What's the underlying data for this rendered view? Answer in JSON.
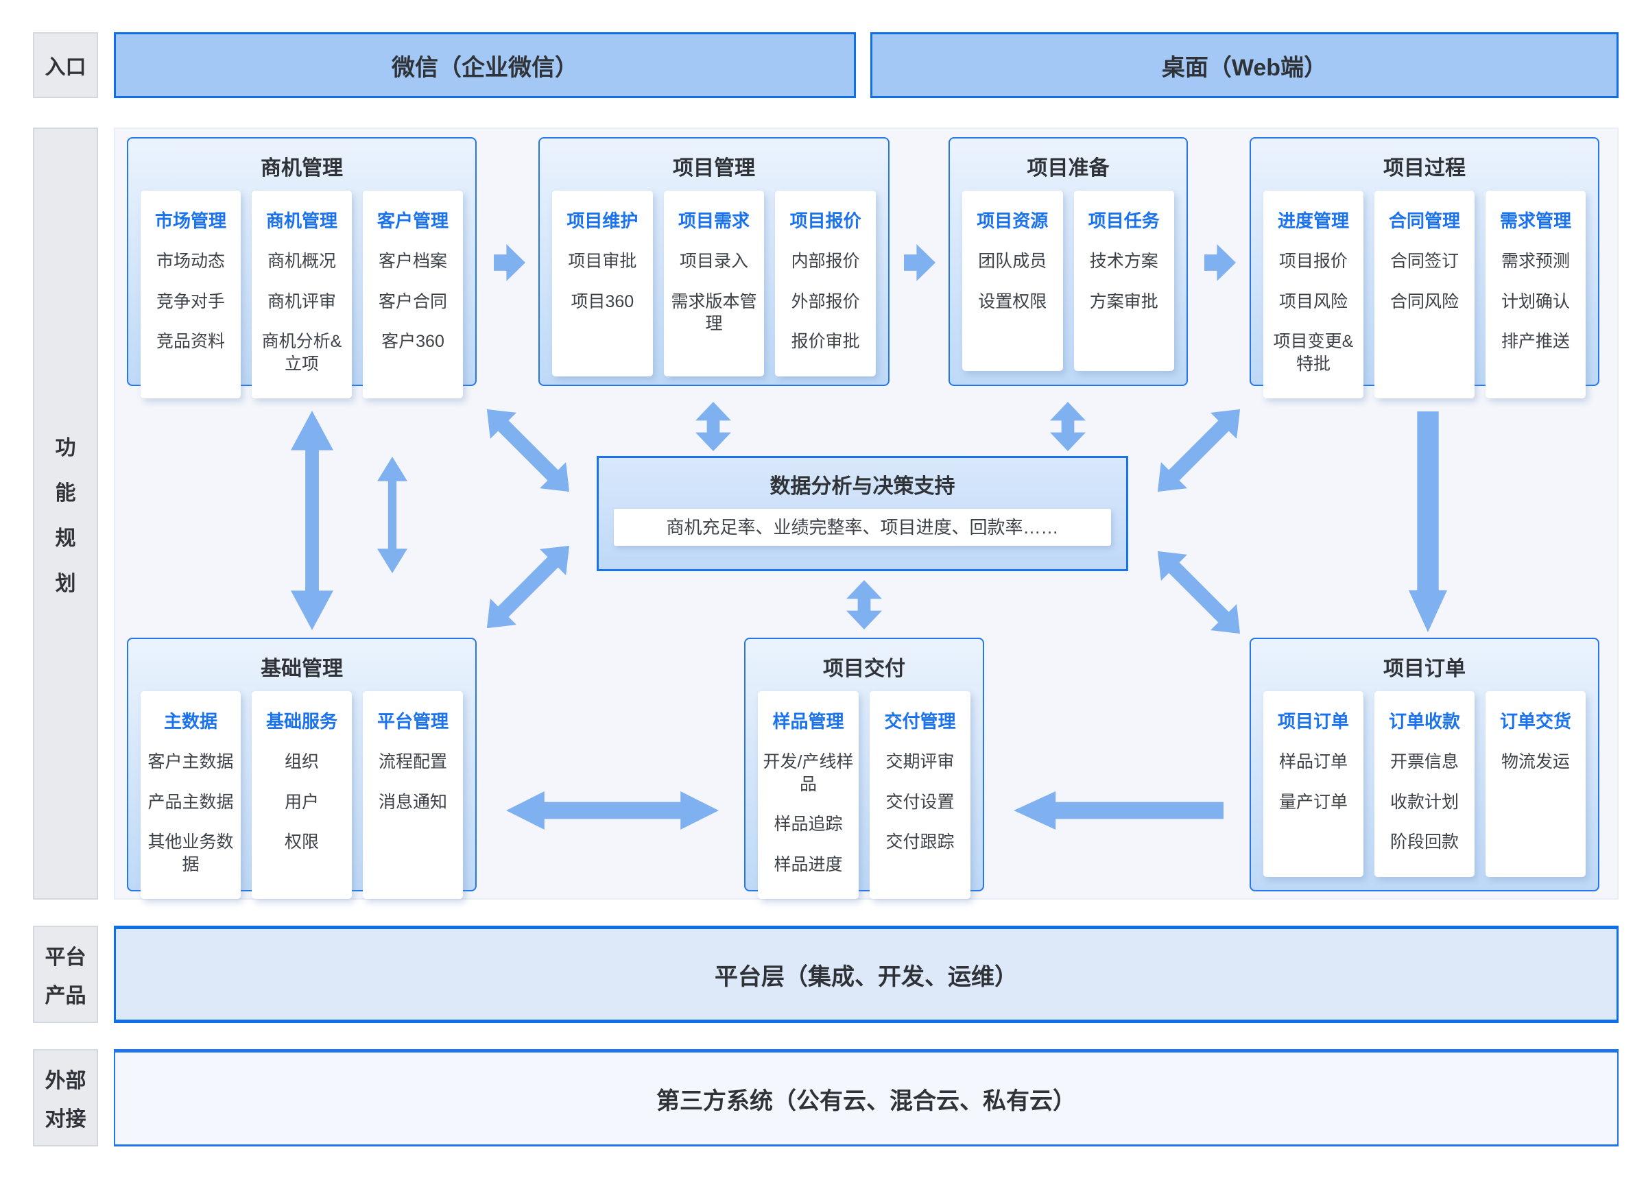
{
  "entry": {
    "label": "入口",
    "channels": [
      "微信（企业微信）",
      "桌面（Web端）"
    ]
  },
  "function_planning": {
    "label_lines": [
      "功",
      "能",
      "规",
      "划"
    ],
    "modules": [
      {
        "title": "商机管理",
        "groups": [
          {
            "header": "市场管理",
            "items": [
              "市场动态",
              "竞争对手",
              "竞品资料"
            ]
          },
          {
            "header": "商机管理",
            "items": [
              "商机概况",
              "商机评审",
              "商机分析&立项"
            ]
          },
          {
            "header": "客户管理",
            "items": [
              "客户档案",
              "客户合同",
              "客户360"
            ]
          }
        ]
      },
      {
        "title": "项目管理",
        "groups": [
          {
            "header": "项目维护",
            "items": [
              "项目审批",
              "项目360"
            ]
          },
          {
            "header": "项目需求",
            "items": [
              "项目录入",
              "需求版本管理"
            ]
          },
          {
            "header": "项目报价",
            "items": [
              "内部报价",
              "外部报价",
              "报价审批"
            ]
          }
        ]
      },
      {
        "title": "项目准备",
        "groups": [
          {
            "header": "项目资源",
            "items": [
              "团队成员",
              "设置权限"
            ]
          },
          {
            "header": "项目任务",
            "items": [
              "技术方案",
              "方案审批"
            ]
          }
        ]
      },
      {
        "title": "项目过程",
        "groups": [
          {
            "header": "进度管理",
            "items": [
              "项目报价",
              "项目风险",
              "项目变更&特批"
            ]
          },
          {
            "header": "合同管理",
            "items": [
              "合同签订",
              "合同风险"
            ]
          },
          {
            "header": "需求管理",
            "items": [
              "需求预测",
              "计划确认",
              "排产推送"
            ]
          }
        ]
      },
      {
        "title": "基础管理",
        "groups": [
          {
            "header": "主数据",
            "items": [
              "客户主数据",
              "产品主数据",
              "其他业务数据"
            ]
          },
          {
            "header": "基础服务",
            "items": [
              "组织",
              "用户",
              "权限"
            ]
          },
          {
            "header": "平台管理",
            "items": [
              "流程配置",
              "消息通知"
            ]
          }
        ]
      },
      {
        "title": "项目交付",
        "groups": [
          {
            "header": "样品管理",
            "items": [
              "开发/产线样品",
              "样品追踪",
              "样品进度"
            ]
          },
          {
            "header": "交付管理",
            "items": [
              "交期评审",
              "交付设置",
              "交付跟踪"
            ]
          }
        ]
      },
      {
        "title": "项目订单",
        "groups": [
          {
            "header": "项目订单",
            "items": [
              "样品订单",
              "量产订单"
            ]
          },
          {
            "header": "订单收款",
            "items": [
              "开票信息",
              "收款计划",
              "阶段回款"
            ]
          },
          {
            "header": "订单交货",
            "items": [
              "物流发运"
            ]
          }
        ]
      }
    ],
    "analysis": {
      "title": "数据分析与决策支持",
      "metrics": "商机充足率、业绩完整率、项目进度、回款率……"
    }
  },
  "platform": {
    "label_lines": [
      "平台",
      "产品"
    ],
    "title": "平台层（集成、开发、运维）"
  },
  "external": {
    "label_lines": [
      "外部",
      "对接"
    ],
    "title": "第三方系统（公有云、混合云、私有云）"
  },
  "colors": {
    "accent_blue": "#0F6FE8",
    "module_border": "#2577EB",
    "arrow": "#7FB1F0",
    "group_header": "#1B72ED",
    "bar_fill": "#A3C8F6",
    "panel_fill": "#F4F6FB"
  }
}
